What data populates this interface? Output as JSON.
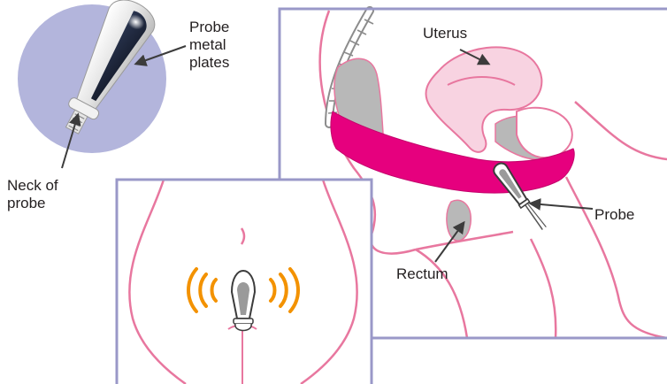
{
  "labels": {
    "probe_metal_plates": [
      "Probe",
      "metal",
      "plates"
    ],
    "neck_of_probe": [
      "Neck of",
      "probe"
    ],
    "uterus": "Uterus",
    "probe": "Probe",
    "rectum": "Rectum"
  },
  "colors": {
    "frame": "#9a98c8",
    "skin_outline": "#e8779f",
    "muscle_magenta": "#e6007e",
    "bone_gray": "#b8b8b8",
    "uterus_fill": "#f8d3e1",
    "inset_circle": "#b3b5dc",
    "signal_orange": "#f39200",
    "arrow": "#3c3c3c"
  },
  "icons": [
    "signal-waves-icon",
    "probe-icon"
  ]
}
